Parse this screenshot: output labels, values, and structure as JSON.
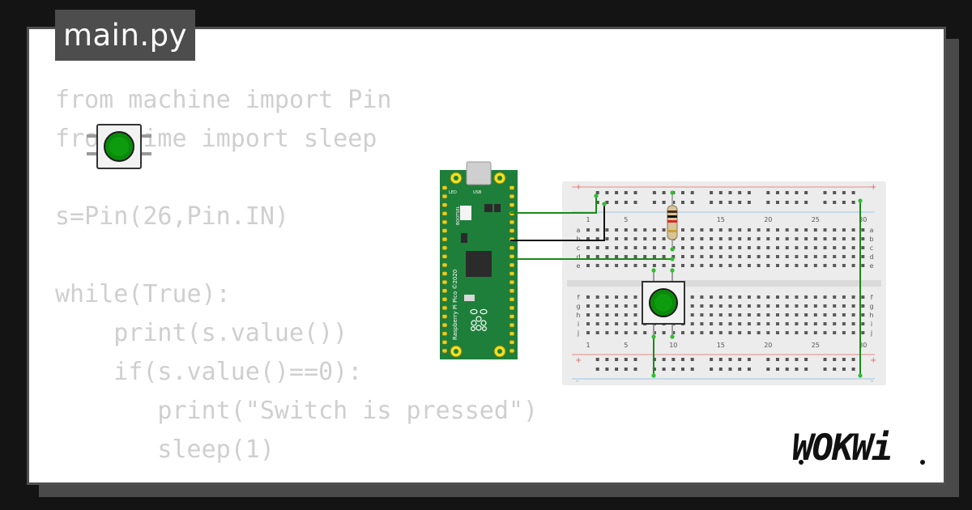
{
  "editor": {
    "file_tab": "main.py",
    "code_lines": [
      "from machine import Pin",
      "from time import sleep",
      "",
      "s=Pin(26,Pin.IN)",
      "",
      "while(True):",
      "    print(s.value())",
      "    if(s.value()==0):",
      "       print(\"Switch is pressed\")",
      "       sleep(1)"
    ]
  },
  "pico": {
    "brand_label": "Raspberry Pi Pico ©2020",
    "silk_led": "LED",
    "silk_usb": "USB",
    "silk_bootsel": "BOOTSEL"
  },
  "breadboard": {
    "column_labels": [
      "1",
      "5",
      "10",
      "15",
      "20",
      "25",
      "30"
    ],
    "top_row_labels": [
      "a",
      "b",
      "c",
      "d",
      "e"
    ],
    "bottom_row_labels": [
      "f",
      "g",
      "h",
      "i",
      "j"
    ],
    "rail_plus": "+",
    "rail_minus": "-"
  },
  "brand": {
    "logo_text": "WOKWi"
  },
  "colors": {
    "wire_green": "#1a8a1a",
    "wire_black": "#111111",
    "pcb_green": "#1e7f3a",
    "button_green": "#0a8a0a"
  }
}
